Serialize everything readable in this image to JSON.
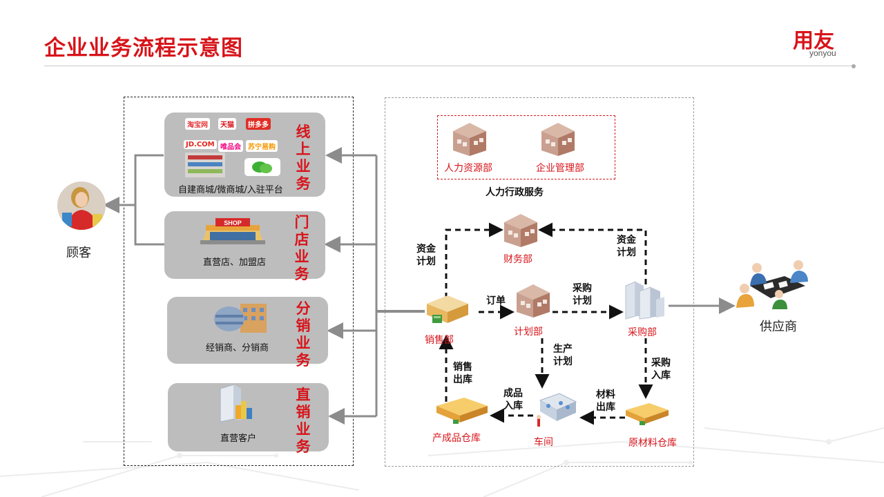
{
  "header": {
    "title": "企业业务流程示意图",
    "brand_cn": "用友",
    "brand_en": "yonyou"
  },
  "customer": {
    "label": "顾客"
  },
  "supplier": {
    "label": "供应商"
  },
  "business_channels": [
    {
      "vertical": "线上业务",
      "caption": "自建商城/微商城/入驻平台",
      "platforms": [
        "淘宝网",
        "天猫",
        "拼多多",
        "JD.COM",
        "唯品会",
        "苏宁易购"
      ]
    },
    {
      "vertical": "门店业务",
      "caption": "直营店、加盟店",
      "sign": "SHOP"
    },
    {
      "vertical": "分销业务",
      "caption": "经销商、分销商"
    },
    {
      "vertical": "直销业务",
      "caption": "直营客户"
    }
  ],
  "admin": {
    "departments": [
      "人力资源部",
      "企业管理部"
    ],
    "caption": "人力行政服务"
  },
  "departments": {
    "finance": "财务部",
    "sales": "销售部",
    "planning": "计划部",
    "purchasing": "采购部",
    "finished_goods": "产成品仓库",
    "workshop": "车间",
    "raw_materials": "原材料仓库"
  },
  "flows": {
    "fund_plan_left": [
      "资金",
      "计划"
    ],
    "fund_plan_right": [
      "资金",
      "计划"
    ],
    "order": [
      "订单"
    ],
    "purchase_plan": [
      "采购",
      "计划"
    ],
    "production_plan": [
      "生产",
      "计划"
    ],
    "purchase_in": [
      "采购",
      "入库"
    ],
    "sales_out": [
      "销售",
      "出库"
    ],
    "finished_in": [
      "成品",
      "入库"
    ],
    "material_out": [
      "材料",
      "出库"
    ]
  },
  "colors": {
    "brand_red": "#d7141a",
    "box_gray": "#bdbdbd",
    "arrow_gray": "#8c8c8c",
    "flow_black": "#111111"
  }
}
